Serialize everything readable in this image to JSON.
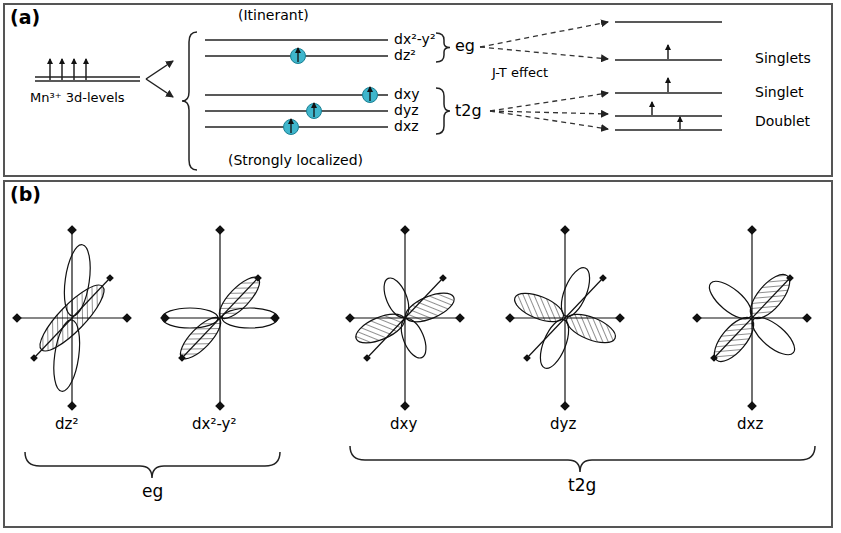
{
  "diagram": {
    "nodes": [
      {
        "text": [
          "(a)"
        ]
      },
      {
        "text": [
          "(b)"
        ]
      }
    ],
    "labels": [
      "Mn³⁺ 3d-levels",
      "(Itinerant)",
      "dx²-y²",
      "dz²",
      "eg",
      "J-T effect",
      "Singlets",
      "dxy",
      "dyz",
      "dxz",
      "t2g",
      "Singlet",
      "Doublet",
      "(Strongly localized)",
      "dz²",
      "dx²-y²",
      "dxy",
      "dyz",
      "dxz",
      "eg",
      "t2g"
    ]
  }
}
